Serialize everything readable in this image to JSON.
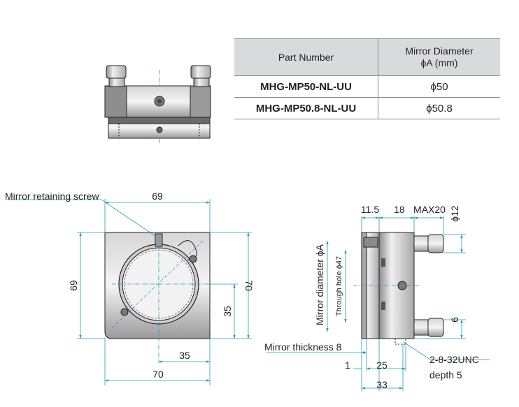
{
  "table": {
    "header_part_number": "Part Number",
    "header_mirror_diameter_line1": "Mirror Diameter",
    "header_mirror_diameter_line2": "ϕA (mm)",
    "rows": [
      {
        "part_number": "MHG-MP50-NL-UU",
        "diameter": "ϕ50"
      },
      {
        "part_number": "MHG-MP50.8-NL-UU",
        "diameter": "ϕ50.8"
      }
    ]
  },
  "front_view": {
    "label_mirror_retaining_screw": "Mirror retaining screw",
    "dim_top_width": "69",
    "dim_left_height": "69",
    "dim_right_height": "70",
    "dim_center_height": "35",
    "dim_center_width": "35",
    "dim_bottom_width": "70"
  },
  "side_view": {
    "dim_11_5": "11.5",
    "dim_18": "18",
    "dim_max20": "MAX20",
    "dim_phi12": "ϕ12",
    "label_mirror_diameter": "Mirror diameter  ϕA",
    "label_through_hole": "Through hole ϕ47",
    "dim_6": "6",
    "label_mirror_thickness": "Mirror thickness 8",
    "dim_1": "1",
    "dim_25": "25",
    "dim_33": "33",
    "label_thread": "2-8-32UNC",
    "label_depth": "depth 5"
  },
  "colors": {
    "dimension_line": "#1e9fb8",
    "part_outline": "#231f20",
    "table_header": "#d9dadb"
  }
}
